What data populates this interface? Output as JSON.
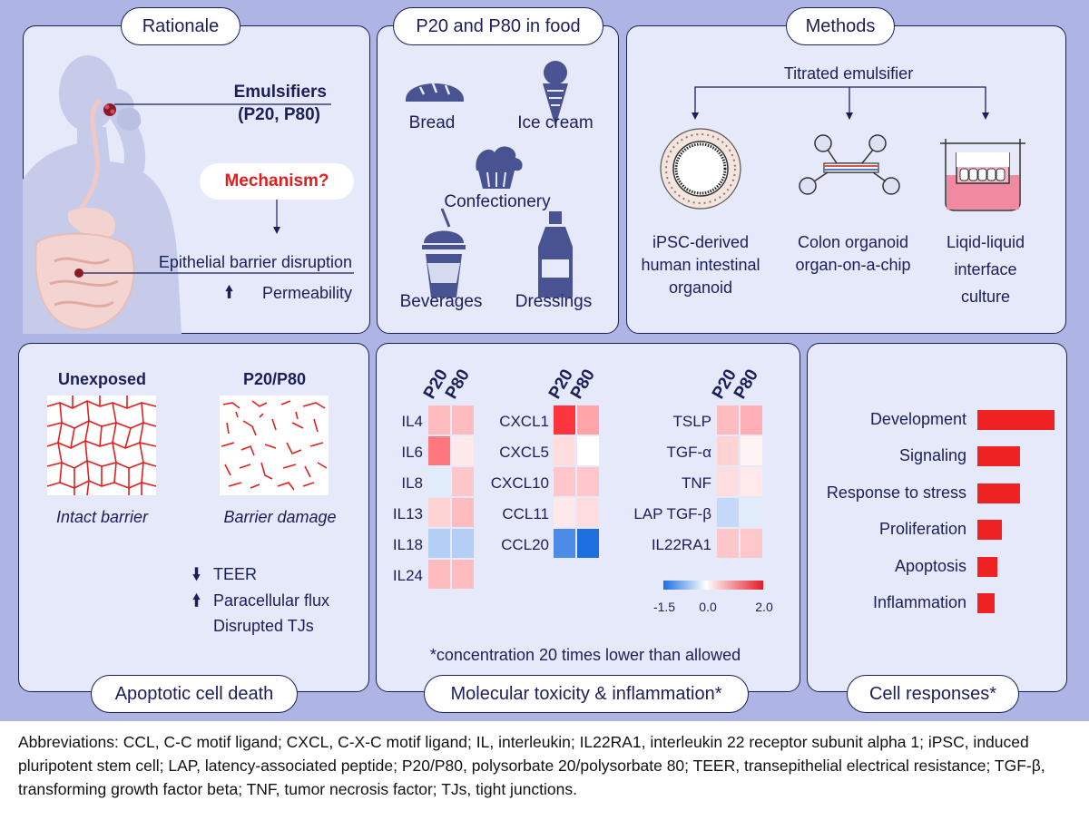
{
  "panels": {
    "rationale": {
      "title": "Rationale",
      "emulsifiers": "Emulsifiers",
      "emulsifiers_sub": "(P20, P80)",
      "mechanism": "Mechanism?",
      "barrier": "Epithelial barrier disruption",
      "permeability": "Permeability"
    },
    "food": {
      "title": "P20 and P80 in food",
      "items": [
        "Bread",
        "Ice cream",
        "Confectionery",
        "Beverages",
        "Dressings"
      ]
    },
    "methods": {
      "title": "Methods",
      "titrated": "Titrated emulsifier",
      "m1": [
        "iPSC-derived",
        "human intestinal",
        "organoid"
      ],
      "m2": [
        "Colon organoid",
        "organ-on-a-chip"
      ],
      "m3": [
        "Liqid-liquid",
        "interface",
        "culture"
      ]
    },
    "apoptotic": {
      "title": "Apoptotic cell death",
      "unexposed": "Unexposed",
      "exposed": "P20/P80",
      "intact": "Intact barrier",
      "damage": "Barrier damage",
      "teer": "TEER",
      "flux": "Paracellular flux",
      "tjs": "Disrupted TJs"
    },
    "molecular": {
      "title": "Molecular toxicity & inflammation*",
      "footnote": "*concentration 20 times lower than allowed",
      "col_p20": "P20",
      "col_p80": "P80",
      "groups": [
        {
          "rows": [
            "IL4",
            "IL6",
            "IL8",
            "IL13",
            "IL18",
            "IL24"
          ],
          "p20": [
            0.6,
            1.2,
            -0.2,
            0.4,
            -0.5,
            0.6
          ],
          "p80": [
            0.6,
            0.2,
            0.5,
            0.6,
            -0.5,
            0.6
          ]
        },
        {
          "rows": [
            "CXCL1",
            "CXCL5",
            "CXCL10",
            "CCL11",
            "CCL20"
          ],
          "p20": [
            1.8,
            0.3,
            0.5,
            0.2,
            -1.2
          ],
          "p80": [
            0.8,
            0.0,
            0.5,
            0.3,
            -1.5
          ]
        },
        {
          "rows": [
            "TSLP",
            "TGF-α",
            "TNF",
            "LAP TGF-β",
            "IL22RA1"
          ],
          "p20": [
            0.6,
            0.4,
            0.3,
            -0.4,
            0.5
          ],
          "p80": [
            0.7,
            0.1,
            0.2,
            -0.2,
            0.5
          ]
        }
      ],
      "scale_min": "-1.5",
      "scale_mid": "0.0",
      "scale_max": "2.0"
    },
    "cell": {
      "title": "Cell responses*"
    }
  },
  "chart_data": {
    "type": "bar",
    "categories": [
      "Development",
      "Signaling",
      "Response to stress",
      "Proliferation",
      "Apoptosis",
      "Inflammation"
    ],
    "values": [
      85,
      47,
      47,
      27,
      22,
      19
    ]
  },
  "abbreviations": "Abbreviations: CCL, C-C motif ligand; CXCL, C-X-C motif ligand; IL, interleukin; IL22RA1, interleukin 22 receptor subunit alpha 1; iPSC, induced pluripotent stem cell; LAP, latency-associated peptide; P20/P80, polysorbate 20/polysorbate 80; TEER, transepithelial electrical resistance; TGF-β, transforming growth factor beta; TNF, tumor necrosis factor; TJs, tight junctions.",
  "colors": {
    "accent_red": "#ee2222",
    "navy": "#1a1f5c",
    "panel": "#e6e9f9",
    "background": "#aeb4e4"
  }
}
